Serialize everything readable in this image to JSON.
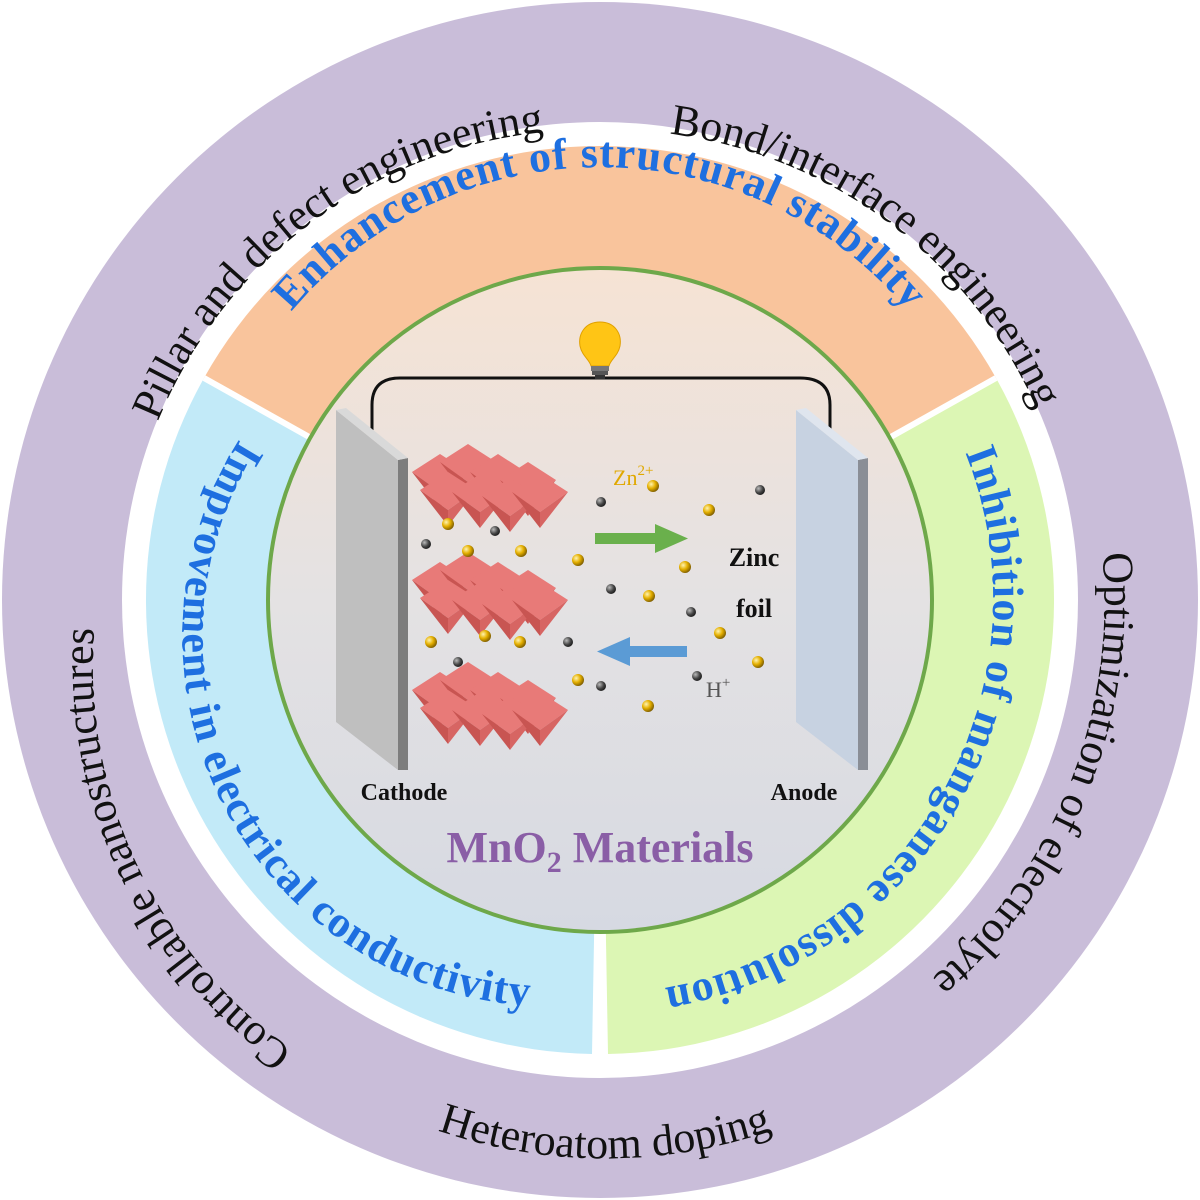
{
  "outer_ring": {
    "top_left": "Pillar and defect engineering",
    "top_right": "Bond/interface engineering",
    "right": "Optimization of electrolyte",
    "bottom": "Heteroatom doping",
    "left": "Controllable nanostructures"
  },
  "middle_ring": {
    "top": "Enhancement of structural stability",
    "left": "Improvement in electrical conductivity",
    "right": "Inhibition of manganese dissolution"
  },
  "center": {
    "title_main": "MnO",
    "title_sub": "2",
    "title_rest": " Materials",
    "cathode_label": "Cathode",
    "anode_label": "Anode",
    "zinc_label_line1": "Zinc",
    "zinc_label_line2": "foil",
    "zn_ion_base": "Zn",
    "zn_ion_charge": "2+",
    "h_ion_base": "H",
    "h_ion_charge": "+"
  },
  "colors": {
    "outer_ring": "#c9bdd9",
    "top_segment": "#f9c49c",
    "left_segment": "#c2eaf8",
    "right_segment": "#dcf6b4",
    "inner_circle_border": "#6ea84a",
    "mid_text": "#1e6fe0",
    "title": "#8a5ea6",
    "zn_ion": "#e0a800",
    "h_ion": "#555555"
  },
  "icons": [
    "light-bulb-icon",
    "right-arrow-icon",
    "left-arrow-icon"
  ]
}
